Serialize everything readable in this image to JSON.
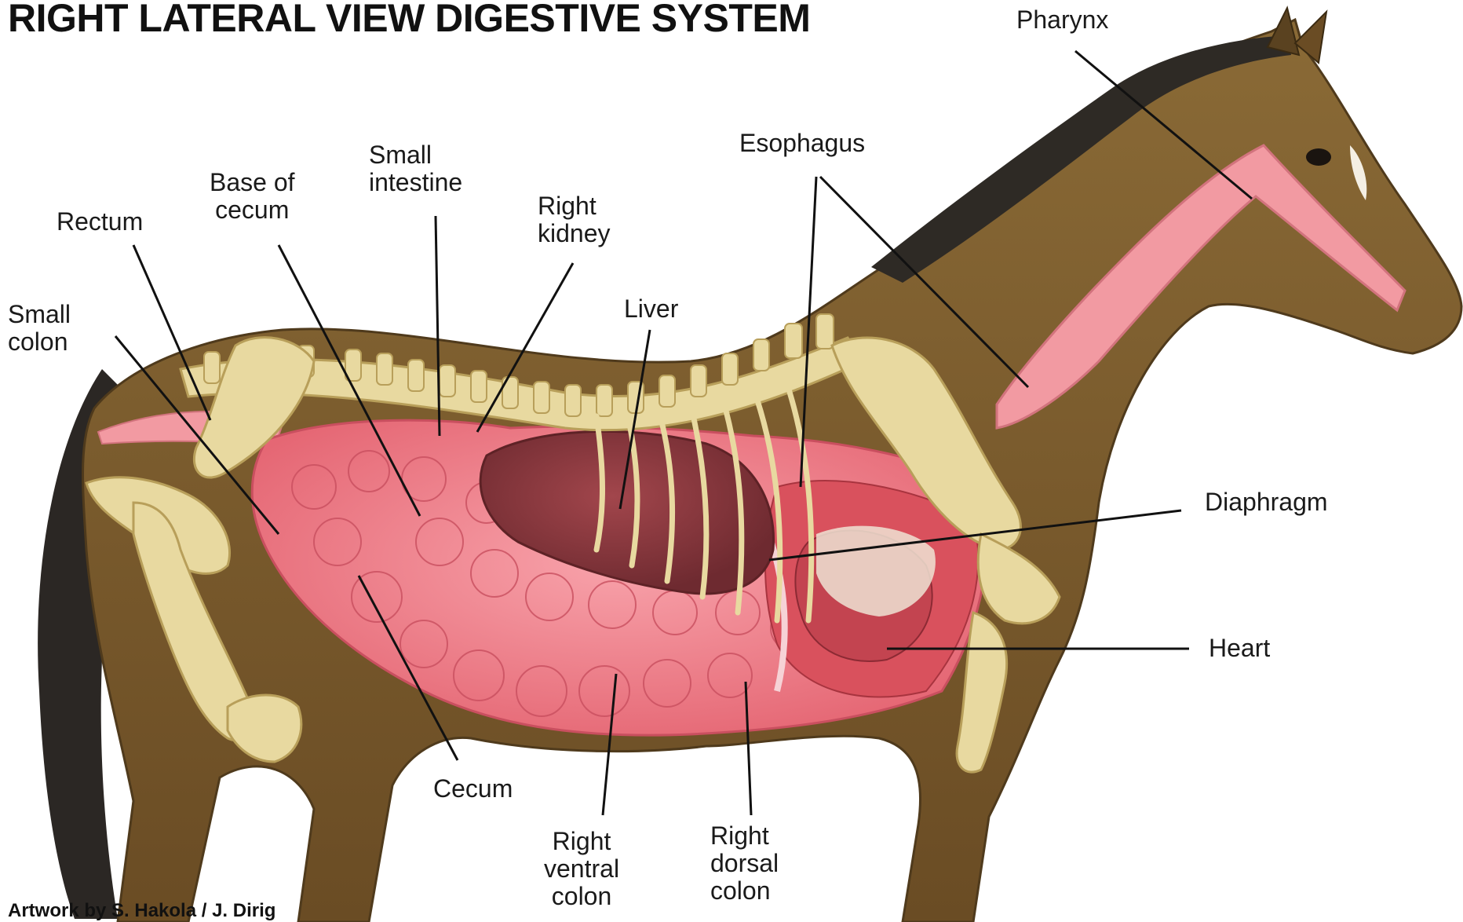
{
  "title": "RIGHT LATERAL VIEW DIGESTIVE SYSTEM",
  "credit": "Artwork by  S. Hakola / J. Dirig",
  "labels": {
    "pharynx": "Pharynx",
    "esophagus": "Esophagus",
    "small_intestine": "Small\nintestine",
    "base_of_cecum": "Base of\ncecum",
    "rectum": "Rectum",
    "right_kidney": "Right\nkidney",
    "small_colon": "Small\ncolon",
    "liver": "Liver",
    "diaphragm": "Diaphragm",
    "heart": "Heart",
    "cecum": "Cecum",
    "right_ventral_colon": "Right\nventral\ncolon",
    "right_dorsal_colon": "Right\ndorsal\ncolon"
  },
  "colors": {
    "coat": "#7a5a2e",
    "coat_dark": "#4f3a1c",
    "mane": "#2e2a25",
    "intestine": "#f07f8a",
    "intestine_dark": "#c94f5f",
    "liver": "#8c3a40",
    "bone": "#e8d9a0",
    "bone_dark": "#b89f5a",
    "esophagus": "#f29aa2",
    "leader_line": "#111111"
  }
}
